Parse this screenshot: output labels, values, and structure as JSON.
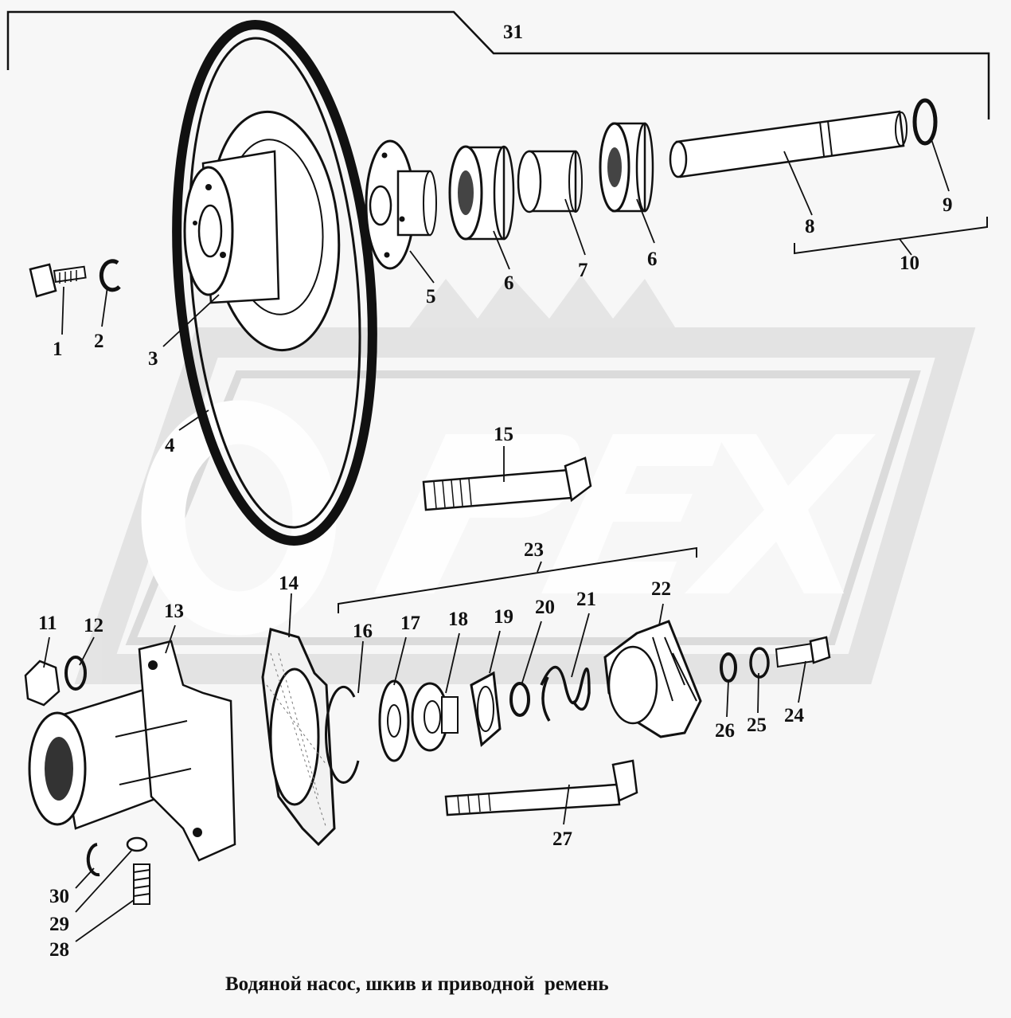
{
  "diagram": {
    "group_number": "31",
    "caption": "Водяной насос, шкив и приводной  ремень",
    "watermark_logo": "OPEX",
    "callouts": [
      "1",
      "2",
      "3",
      "4",
      "5",
      "6",
      "6",
      "7",
      "8",
      "9",
      "10",
      "11",
      "12",
      "13",
      "14",
      "15",
      "16",
      "17",
      "18",
      "19",
      "20",
      "21",
      "22",
      "23",
      "24",
      "25",
      "26",
      "27",
      "28",
      "29",
      "30"
    ]
  }
}
